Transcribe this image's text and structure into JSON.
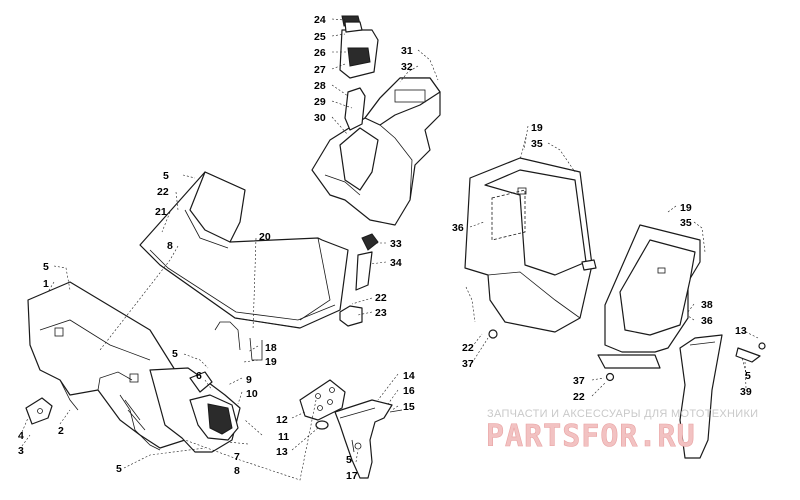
{
  "watermark": {
    "caption": "ЗАПЧАСТИ И АКСЕССУАРЫ ДЛЯ МОТОТЕХНИКИ",
    "logo": "PARTSFOR.RU"
  },
  "callouts": [
    {
      "id": "c1",
      "text": "1"
    },
    {
      "id": "c2",
      "text": "2"
    },
    {
      "id": "c3",
      "text": "3"
    },
    {
      "id": "c4",
      "text": "4"
    },
    {
      "id": "c5a",
      "text": "5"
    },
    {
      "id": "c5b",
      "text": "5"
    },
    {
      "id": "c5c",
      "text": "5"
    },
    {
      "id": "c5d",
      "text": "5"
    },
    {
      "id": "c5e",
      "text": "5"
    },
    {
      "id": "c5f",
      "text": "5"
    },
    {
      "id": "c6",
      "text": "6"
    },
    {
      "id": "c7",
      "text": "7"
    },
    {
      "id": "c8a",
      "text": "8"
    },
    {
      "id": "c8b",
      "text": "8"
    },
    {
      "id": "c9",
      "text": "9"
    },
    {
      "id": "c10",
      "text": "10"
    },
    {
      "id": "c11",
      "text": "11"
    },
    {
      "id": "c12",
      "text": "12"
    },
    {
      "id": "c13a",
      "text": "13"
    },
    {
      "id": "c13b",
      "text": "13"
    },
    {
      "id": "c14",
      "text": "14"
    },
    {
      "id": "c15",
      "text": "15"
    },
    {
      "id": "c16",
      "text": "16"
    },
    {
      "id": "c17",
      "text": "17"
    },
    {
      "id": "c18",
      "text": "18"
    },
    {
      "id": "c19a",
      "text": "19"
    },
    {
      "id": "c19b",
      "text": "19"
    },
    {
      "id": "c19c",
      "text": "19"
    },
    {
      "id": "c20",
      "text": "20"
    },
    {
      "id": "c21",
      "text": "21"
    },
    {
      "id": "c22a",
      "text": "22"
    },
    {
      "id": "c22b",
      "text": "22"
    },
    {
      "id": "c22c",
      "text": "22"
    },
    {
      "id": "c22d",
      "text": "22"
    },
    {
      "id": "c23",
      "text": "23"
    },
    {
      "id": "c24",
      "text": "24"
    },
    {
      "id": "c25",
      "text": "25"
    },
    {
      "id": "c26",
      "text": "26"
    },
    {
      "id": "c27",
      "text": "27"
    },
    {
      "id": "c28",
      "text": "28"
    },
    {
      "id": "c29",
      "text": "29"
    },
    {
      "id": "c30",
      "text": "30"
    },
    {
      "id": "c31",
      "text": "31"
    },
    {
      "id": "c32",
      "text": "32"
    },
    {
      "id": "c33",
      "text": "33"
    },
    {
      "id": "c34",
      "text": "34"
    },
    {
      "id": "c35a",
      "text": "35"
    },
    {
      "id": "c35b",
      "text": "35"
    },
    {
      "id": "c36a",
      "text": "36"
    },
    {
      "id": "c36b",
      "text": "36"
    },
    {
      "id": "c37a",
      "text": "37"
    },
    {
      "id": "c37b",
      "text": "37"
    },
    {
      "id": "c38",
      "text": "38"
    },
    {
      "id": "c39",
      "text": "39"
    }
  ],
  "colors": {
    "line": "#1a1a1a",
    "watermark_logo": "#f2c2c2",
    "watermark_text": "#c9c9c9"
  }
}
